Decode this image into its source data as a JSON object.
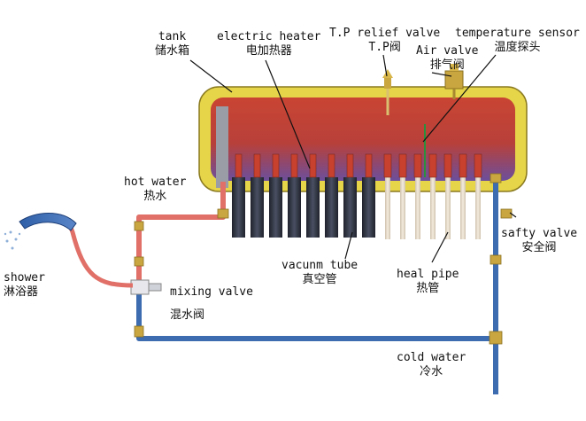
{
  "labels": {
    "tank": {
      "en": "tank",
      "zh": "储水箱"
    },
    "electric_heater": {
      "en": "electric heater",
      "zh": "电加热器"
    },
    "tp_relief_valve": {
      "en": "T.P relief valve",
      "zh": "T.P阀"
    },
    "air_valve": {
      "en": "Air valve",
      "zh": "排气阀"
    },
    "temperature_sensor": {
      "en": "temperature sensor",
      "zh": "温度探头"
    },
    "hot_water": {
      "en": "hot water",
      "zh": "热水"
    },
    "shower": {
      "en": "shower",
      "zh": "淋浴器"
    },
    "mixing_valve": {
      "en": "mixing valve",
      "zh": "混水阀"
    },
    "vacuum_tube": {
      "en": "vacunm tube",
      "zh": "真空管"
    },
    "heat_pipe": {
      "en": "heal pipe",
      "zh": "热管"
    },
    "safety_valve": {
      "en": "safty valve",
      "zh": "安全阀"
    },
    "cold_water": {
      "en": "cold water",
      "zh": "冷水"
    }
  },
  "colors": {
    "tank_shell": "#e8d84a",
    "tank_hot": "#c8392f",
    "tank_cool": "#6a4f9c",
    "vacuum_tube": "#2d3140",
    "heat_pipe": "#e8dcc8",
    "hot_pipe": "#e07068",
    "cold_pipe": "#3d6cb0",
    "fitting": "#c9a640"
  }
}
